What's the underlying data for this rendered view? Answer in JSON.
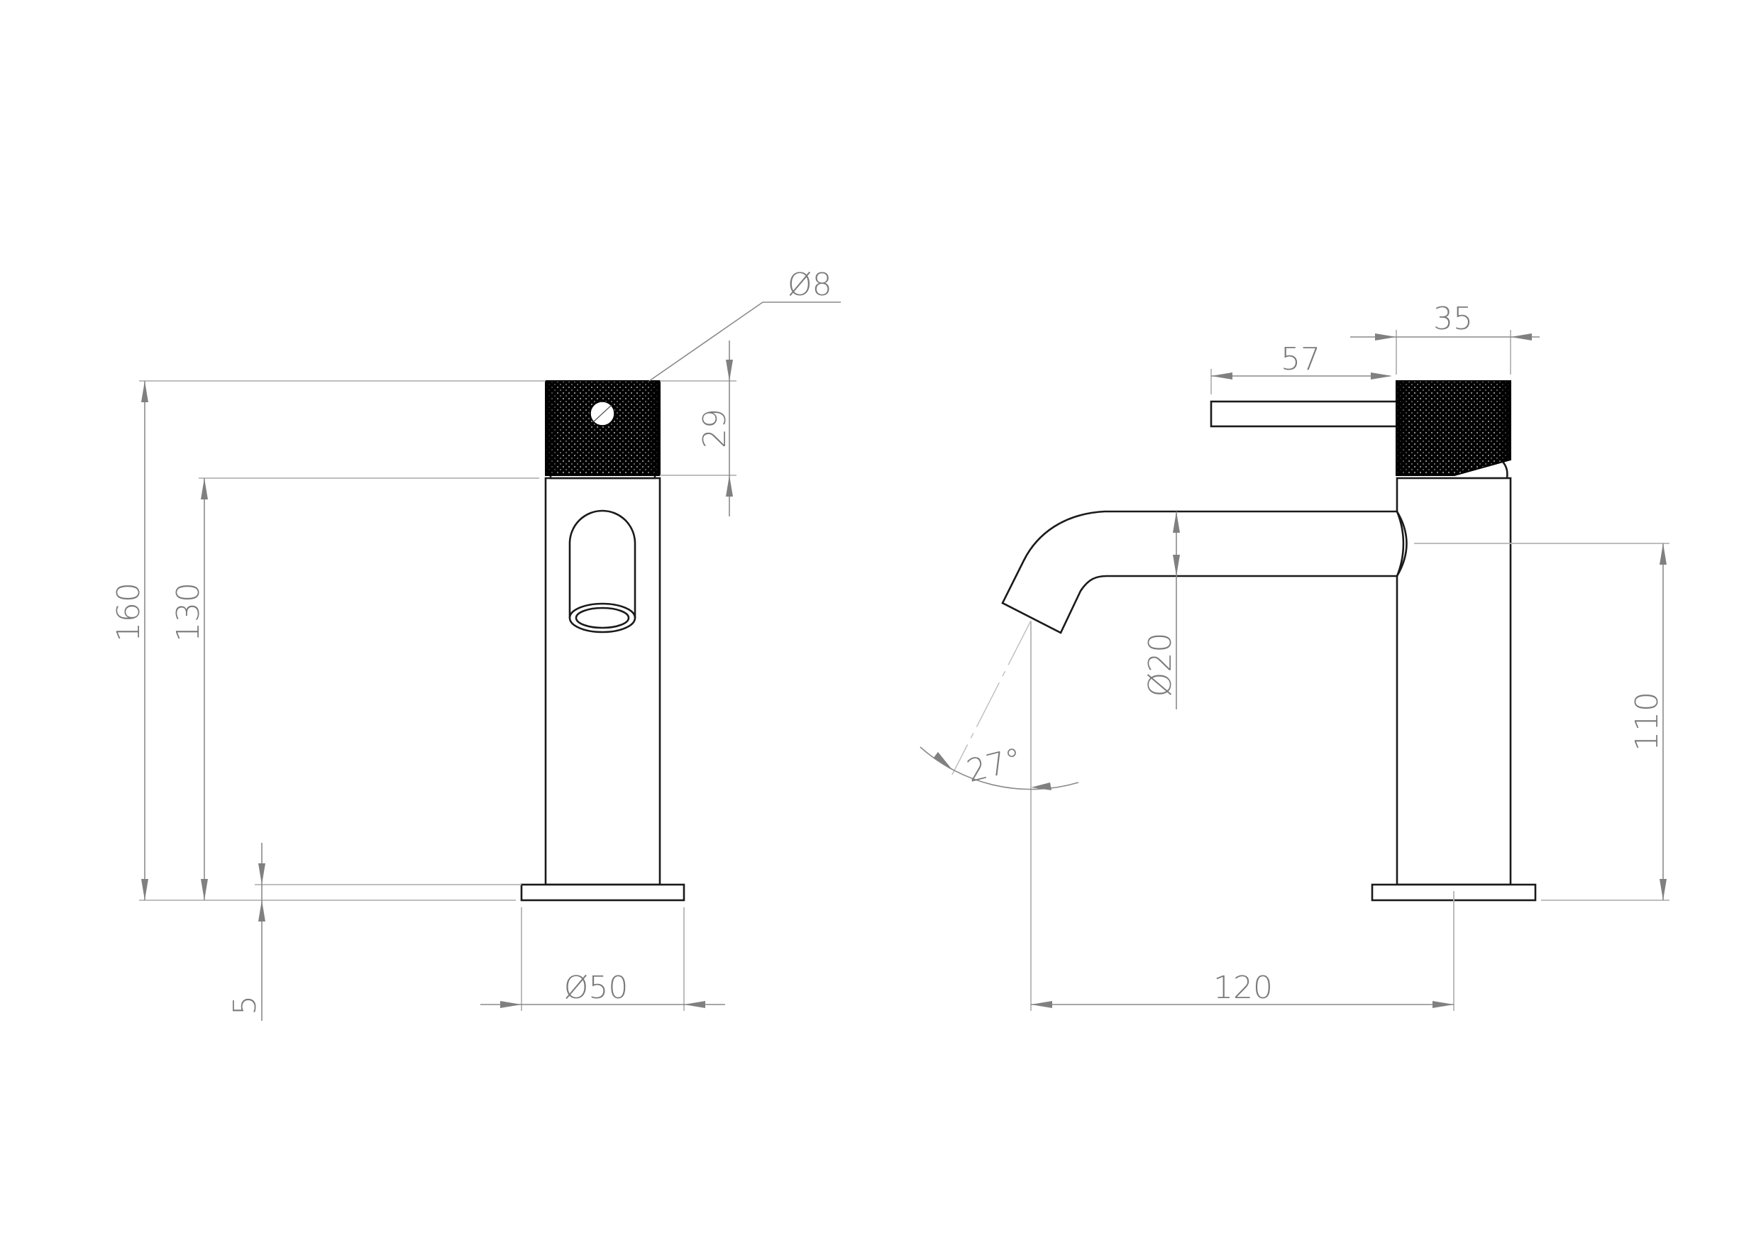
{
  "drawing": {
    "title": "Basin tap technical drawing (front and side elevation)",
    "units": "mm",
    "colors": {
      "outline": "#1a1a1a",
      "dimension": "#8a8a8a",
      "dimension_text": "#7a7a7a",
      "handle_fill": "#000000",
      "background": "#ffffff"
    }
  },
  "front_view": {
    "dimensions": {
      "overall_height": "160",
      "body_height": "130",
      "handle_height": "29",
      "handle_hole_diameter": "Ø8",
      "base_thickness": "5",
      "base_diameter": "Ø50"
    }
  },
  "side_view": {
    "dimensions": {
      "lever_length": "57",
      "handle_diameter": "35",
      "spout_diameter": "Ø20",
      "spout_height": "110",
      "spout_reach": "120",
      "outlet_angle": "27°"
    }
  }
}
